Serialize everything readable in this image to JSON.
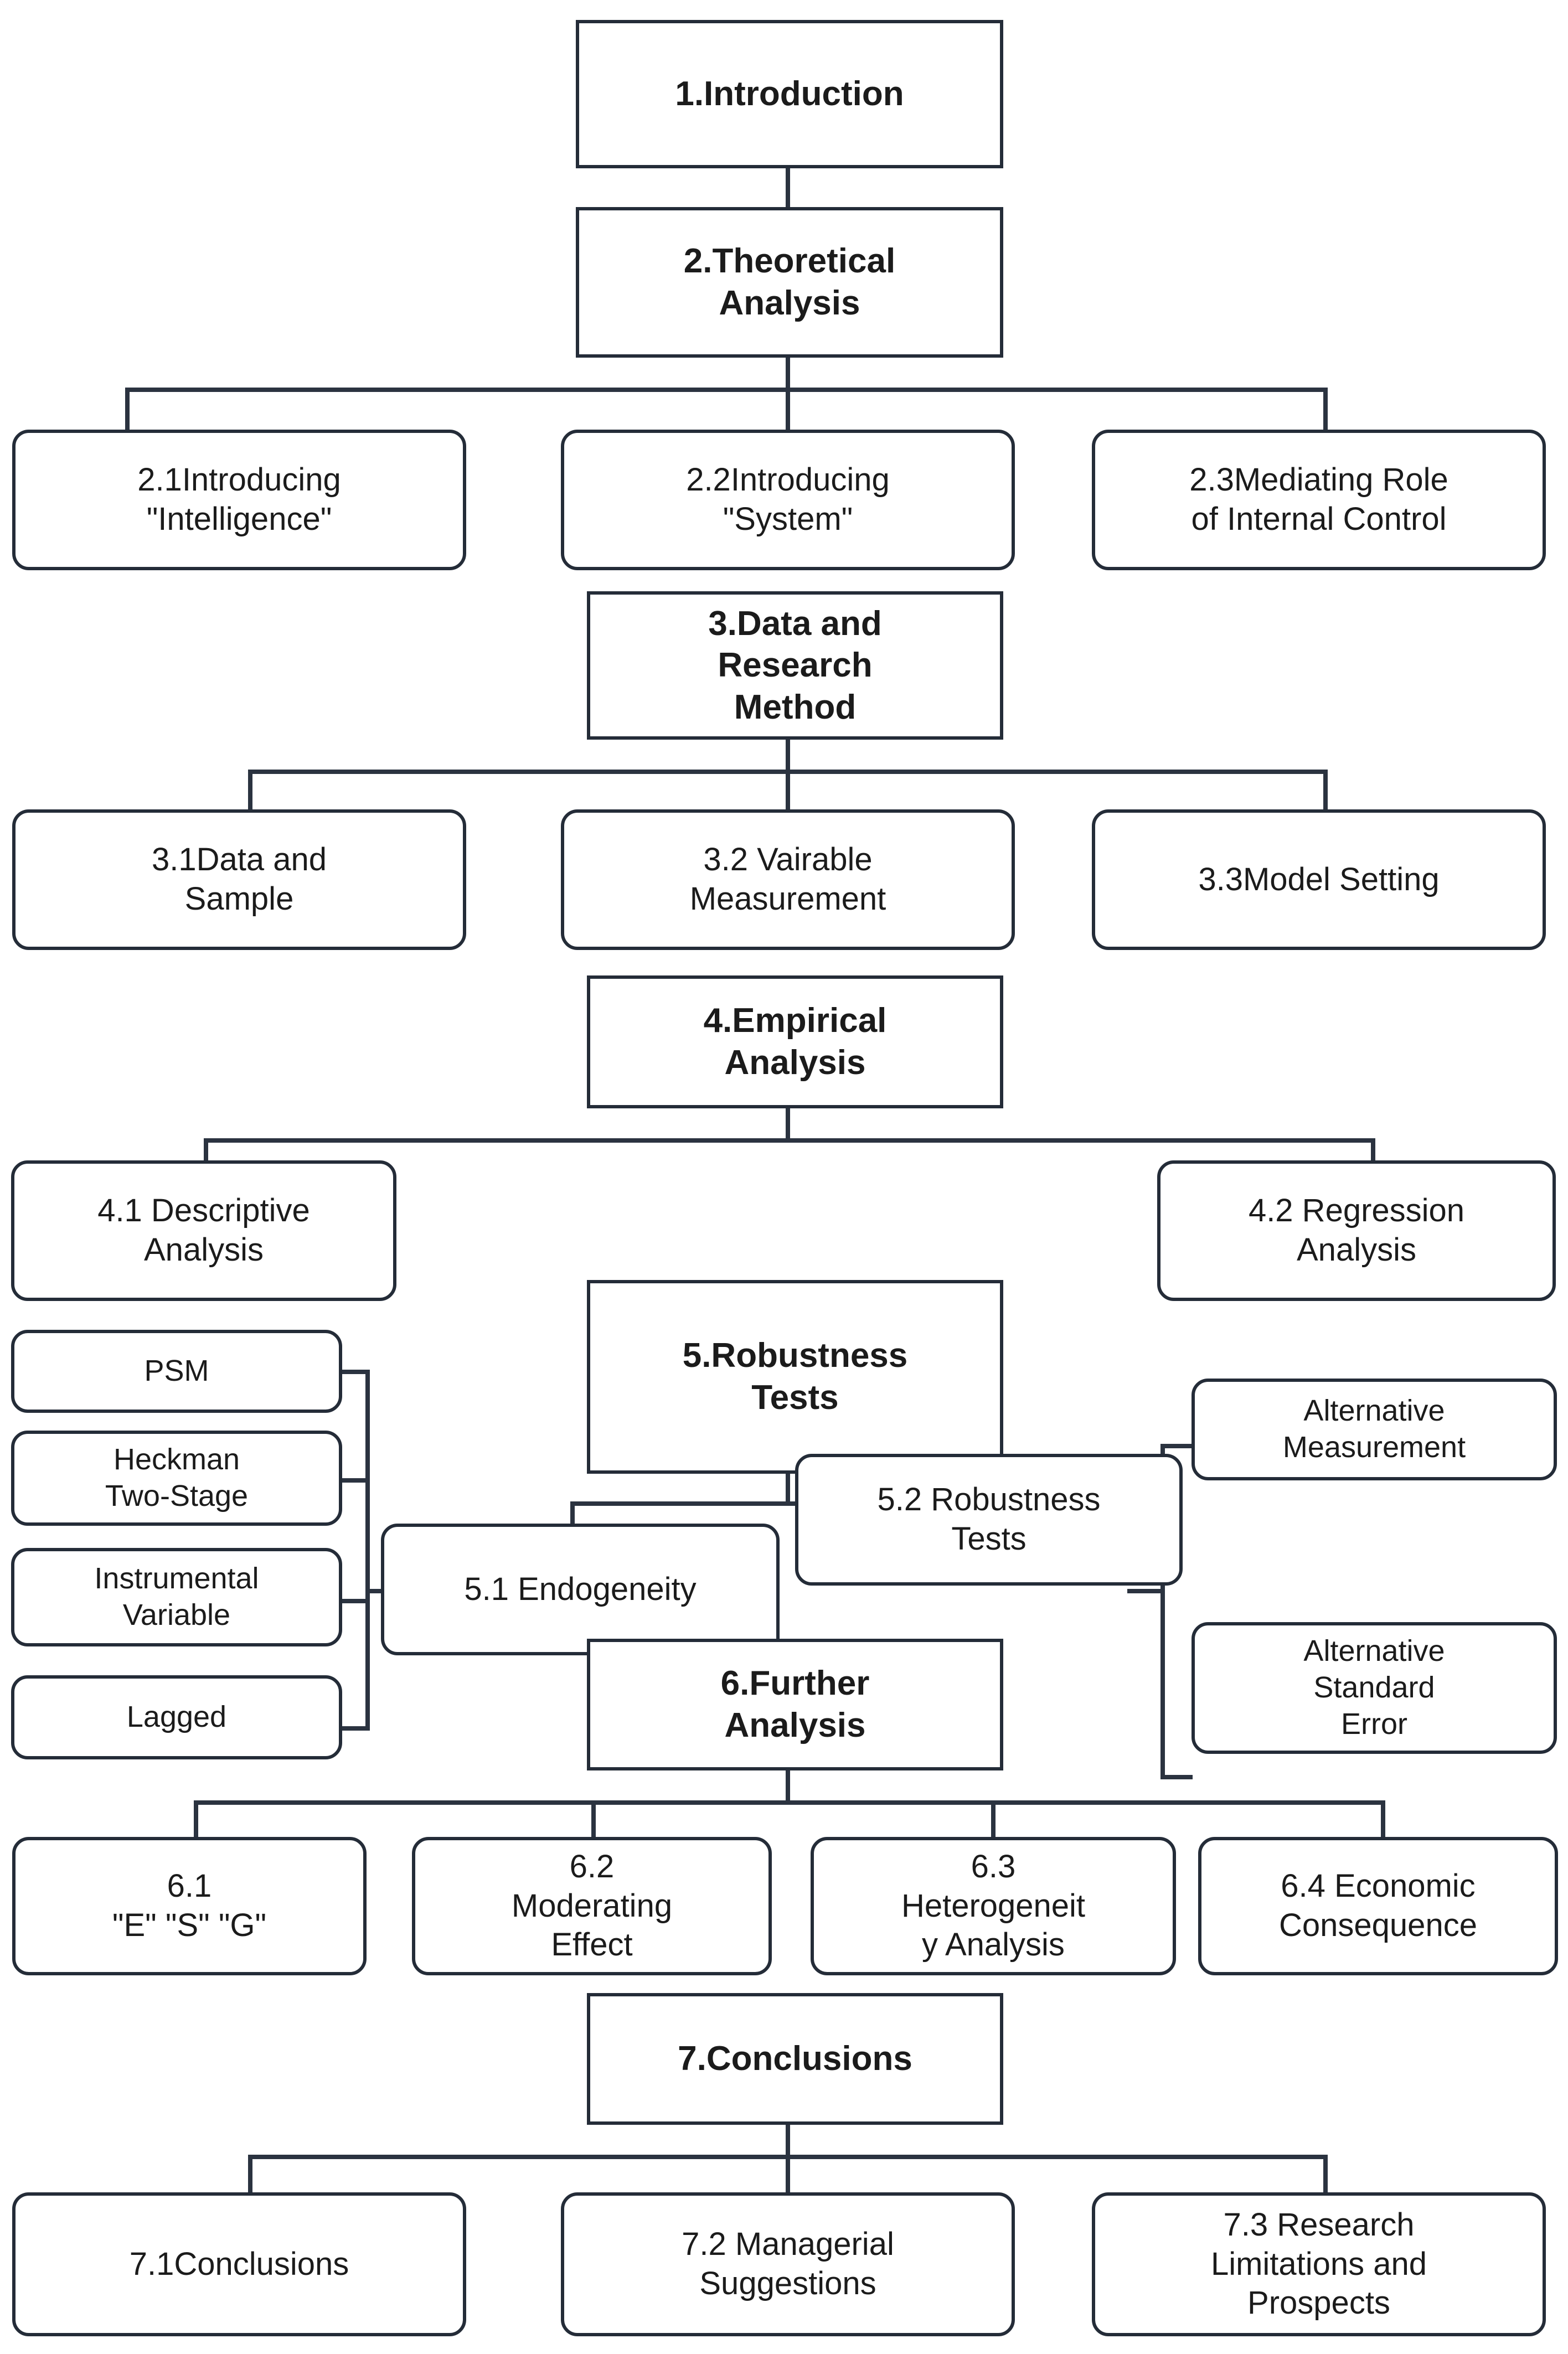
{
  "diagram": {
    "title": "Research Framework Flowchart",
    "line_color": "#2b3340",
    "text_color": "#1b1b1b",
    "background": "#ffffff"
  },
  "nodes": {
    "n1": "1.Introduction",
    "n2": "2.Theoretical\nAnalysis",
    "n2_1": "2.1Introducing\n\"Intelligence\"",
    "n2_2": "2.2Introducing\n\"System\"",
    "n2_3": "2.3Mediating Role\nof Internal Control",
    "n3": "3.Data and\nResearch\nMethod",
    "n3_1": "3.1Data and\nSample",
    "n3_2": "3.2 Vairable\nMeasurement",
    "n3_3": "3.3Model Setting",
    "n4": "4.Empirical\nAnalysis",
    "n4_1": "4.1 Descriptive\nAnalysis",
    "n4_2": "4.2 Regression\nAnalysis",
    "n5": "5.Robustness\nTests",
    "n5_1": "5.1 Endogeneity",
    "n5_2": "5.2 Robustness\nTests",
    "psm": "PSM",
    "heckman": "Heckman\nTwo-Stage",
    "iv": "Instrumental\nVariable",
    "lagged": "Lagged",
    "alt_measurement": "Alternative\nMeasurement",
    "alt_std_error": "Alternative\nStandard\nError",
    "n6": "6.Further\nAnalysis",
    "n6_1": "6.1\n\"E\"  \"S\"  \"G\"",
    "n6_2": "6.2\nModerating\nEffect",
    "n6_3": "6.3\nHeterogeneit\ny Analysis",
    "n6_4": "6.4 Economic\nConsequence",
    "n7": "7.Conclusions",
    "n7_1": "7.1Conclusions",
    "n7_2": "7.2 Managerial\nSuggestions",
    "n7_3": "7.3 Research\nLimitations and\nProspects"
  }
}
